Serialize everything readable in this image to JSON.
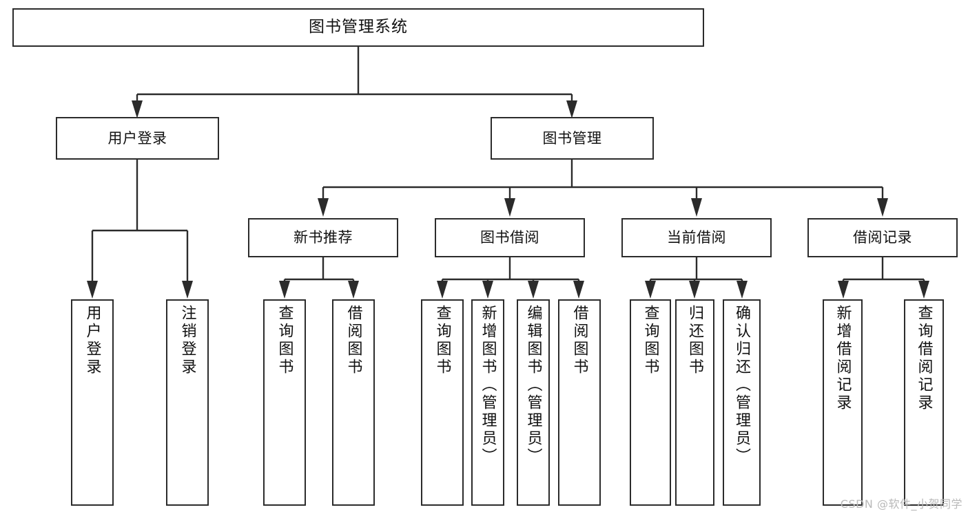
{
  "diagram": {
    "title": "图书管理系统",
    "watermark": "CSDN @软件_小贺同学",
    "type": "tree-hierarchy-diagram",
    "colors": {
      "stroke": "#2b2b2b",
      "box_fill": "#ffffff",
      "text": "#111111",
      "background": "#ffffff",
      "watermark": "#b9b9b9"
    },
    "nodes": {
      "root": {
        "label": "图书管理系统",
        "level": 1
      },
      "user_login": {
        "label": "用户登录",
        "level": 2
      },
      "book_manage": {
        "label": "图书管理",
        "level": 2
      },
      "new_book_rec": {
        "label": "新书推荐",
        "level": 3
      },
      "book_borrow": {
        "label": "图书借阅",
        "level": 3
      },
      "current_borrow": {
        "label": "当前借阅",
        "level": 3
      },
      "borrow_record": {
        "label": "借阅记录",
        "level": 3
      },
      "leaf_user_login": {
        "label": "用户登录",
        "level": 4
      },
      "leaf_logout": {
        "label": "注销登录",
        "level": 4
      },
      "leaf_query_book_1": {
        "label": "查询图书",
        "level": 4
      },
      "leaf_borrow_book_1": {
        "label": "借阅图书",
        "level": 4
      },
      "leaf_query_book_2": {
        "label": "查询图书",
        "level": 4
      },
      "leaf_add_book": {
        "label": "新增图书（管理员）",
        "level": 4
      },
      "leaf_edit_book": {
        "label": "编辑图书（管理员）",
        "level": 4
      },
      "leaf_borrow_book_2": {
        "label": "借阅图书",
        "level": 4
      },
      "leaf_query_book_3": {
        "label": "查询图书",
        "level": 4
      },
      "leaf_return_book": {
        "label": "归还图书",
        "level": 4
      },
      "leaf_confirm_return": {
        "label": "确认归还（管理员）",
        "level": 4
      },
      "leaf_add_record": {
        "label": "新增借阅记录",
        "level": 4
      },
      "leaf_query_record": {
        "label": "查询借阅记录",
        "level": 4
      }
    },
    "edges": [
      {
        "from": "root",
        "to": "user_login"
      },
      {
        "from": "root",
        "to": "book_manage"
      },
      {
        "from": "user_login",
        "to": "leaf_user_login"
      },
      {
        "from": "user_login",
        "to": "leaf_logout"
      },
      {
        "from": "book_manage",
        "to": "new_book_rec"
      },
      {
        "from": "book_manage",
        "to": "book_borrow"
      },
      {
        "from": "book_manage",
        "to": "current_borrow"
      },
      {
        "from": "book_manage",
        "to": "borrow_record"
      },
      {
        "from": "new_book_rec",
        "to": "leaf_query_book_1"
      },
      {
        "from": "new_book_rec",
        "to": "leaf_borrow_book_1"
      },
      {
        "from": "book_borrow",
        "to": "leaf_query_book_2"
      },
      {
        "from": "book_borrow",
        "to": "leaf_add_book"
      },
      {
        "from": "book_borrow",
        "to": "leaf_edit_book"
      },
      {
        "from": "book_borrow",
        "to": "leaf_borrow_book_2"
      },
      {
        "from": "current_borrow",
        "to": "leaf_query_book_3"
      },
      {
        "from": "current_borrow",
        "to": "leaf_return_book"
      },
      {
        "from": "current_borrow",
        "to": "leaf_confirm_return"
      },
      {
        "from": "borrow_record",
        "to": "leaf_add_record"
      },
      {
        "from": "borrow_record",
        "to": "leaf_query_record"
      }
    ]
  }
}
